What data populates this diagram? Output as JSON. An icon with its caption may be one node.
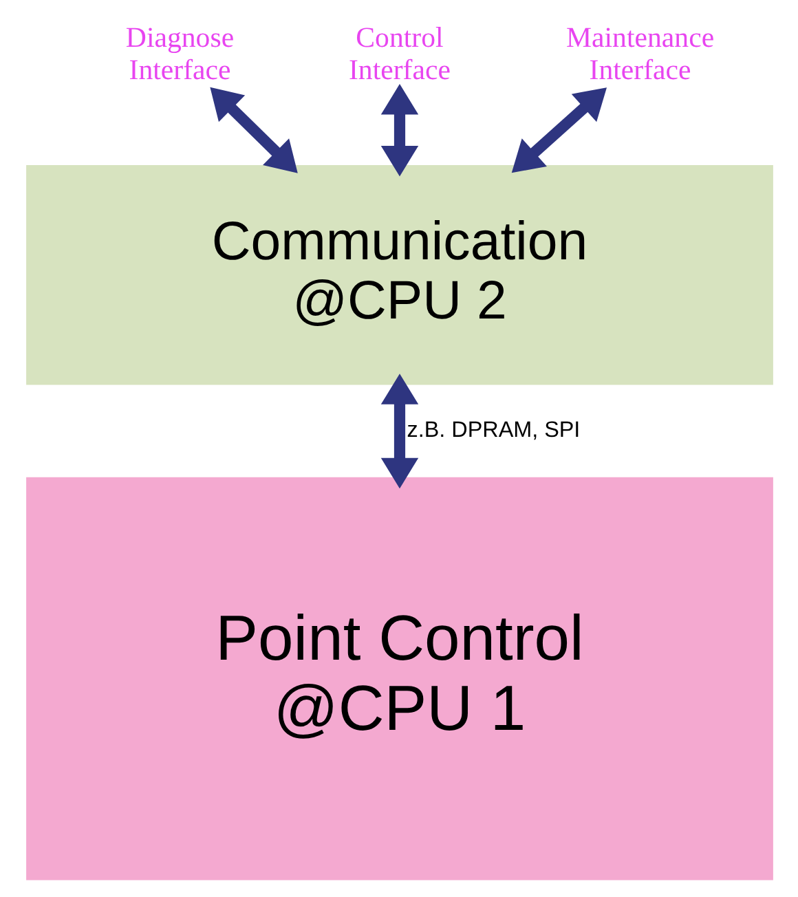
{
  "diagram": {
    "nodes": [
      {
        "text": [
          "Diagnose Interface"
        ]
      },
      {
        "text": [
          "Control Interface"
        ]
      },
      {
        "text": [
          "Maintenance Interface"
        ]
      },
      {
        "text": [
          "Communication @CPU 2"
        ]
      },
      {
        "text": [
          "Point Control @CPU 1"
        ]
      }
    ],
    "edges": [
      {
        "from": 0,
        "to": 3,
        "arrow": "both"
      },
      {
        "from": 1,
        "to": 3,
        "arrow": "both"
      },
      {
        "from": 2,
        "to": 3,
        "arrow": "both"
      },
      {
        "from": 3,
        "to": 4,
        "arrow": "both",
        "label": "z.B. DPRAM, SPI"
      }
    ]
  }
}
